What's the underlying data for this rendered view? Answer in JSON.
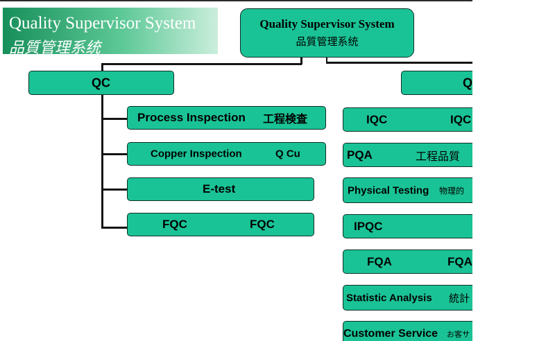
{
  "title": {
    "english": "Quality Supervisor System",
    "chinese": "品質管理系统"
  },
  "root_node": {
    "english": "Quality Supervisor System",
    "chinese": "品質管理系统"
  },
  "left_branch": {
    "label": "QC",
    "children": [
      {
        "label": "Process Inspection",
        "sub": "工程検査"
      },
      {
        "label": "Copper Inspection",
        "sub": "Q Cu"
      },
      {
        "label": "E-test"
      },
      {
        "label": "FQC",
        "sub": "FQC"
      }
    ]
  },
  "right_branch": {
    "label": "Q",
    "children": [
      {
        "label": "IQC",
        "sub": "IQC"
      },
      {
        "label": "PQA",
        "sub": "工程品質"
      },
      {
        "label": "Physical Testing",
        "sub": "物理的"
      },
      {
        "label": "IPQC"
      },
      {
        "label": "FQA",
        "sub": "FQA"
      },
      {
        "label": "Statistic Analysis",
        "sub": "統計"
      },
      {
        "label": "Customer Service",
        "sub": "お客サ"
      }
    ]
  },
  "colors": {
    "node_fill": "#1ac396",
    "node_border": "#0e2e26",
    "connector": "#141414",
    "title_band_start": "#178f5a",
    "title_band_end": "#cbeedc",
    "title_text": "#ffffff"
  }
}
